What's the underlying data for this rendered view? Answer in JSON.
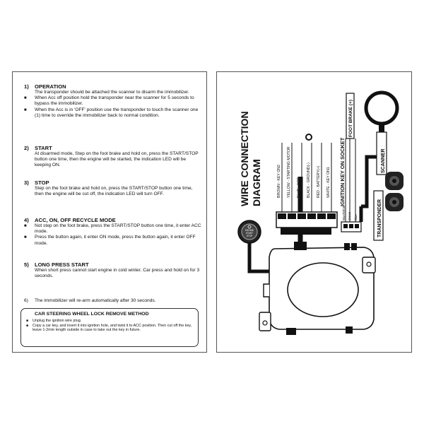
{
  "instructions": {
    "operation": {
      "num": "1)",
      "title": "OPERATION",
      "intro": "The transponder should be attached the scanner to disarm the immobilizer.",
      "bullets": [
        "When Acc off position hold the transponder near the scanner for 5 seconds to bypass the immobilizer.",
        "When the Acc is in 'OFF' position use the transponder to touch the scanner one (1) time to override the immobilizer back to normal condition."
      ]
    },
    "start": {
      "num": "2)",
      "title": "START",
      "text": "At disarmed mode, Step on the foot brake and hold on, press the START/STOP button one time, then the engine will be started, the indication LED will be keeping ON."
    },
    "stop": {
      "num": "3)",
      "title": "STOP",
      "text": "Step on the foot brake and hold on, press the START/STOP button one time, then the engine will be cut off, the indication LED will turn OFF."
    },
    "acc": {
      "num": "4)",
      "title": "ACC, ON, OFF RECYCLE MODE",
      "bullets": [
        "Not step on the foot brake, press the START/STOP button one time, it enter ACC mode.",
        "Press the button again, it enter ON mode, press the button again, it enter OFF mode."
      ]
    },
    "long_press": {
      "num": "5)",
      "title": "LONG PRESS START",
      "text": "When short press cannot start engine in cold winter. Car press and hold on for 3 seconds."
    },
    "rearm": {
      "num": "6)",
      "text": "The immobilizer will re-arm automatically after 30 seconds."
    },
    "lock": {
      "title": "CAR STEERING WHEEL LOCK REMOVE METHOD",
      "bullets": [
        "Unplug the ignition wire plug.",
        "Copy a car key, and insert it into ignition hole, and twist it to ACC position. Then cut off the key, leave 1-2mm length outside in case to take out the key in future."
      ]
    }
  },
  "diagram": {
    "title_line1": "WIRE CONNECTION",
    "title_line2": "DIAGRAM",
    "socket_label": "IGNITION KEY ON SOCKET",
    "scanner_label": "SCANNER",
    "foot_brake_label": "FOOT BRAKE (+)",
    "transponder_label": "TRANSPONDER",
    "button_line1": "ENGINE",
    "button_line2": "START",
    "button_line3": "STOP",
    "wires": [
      {
        "label": "BROWN - KEY ON2",
        "color": "#8b5a2b"
      },
      {
        "label": "YELLOW - STARTING MOTOR",
        "color": "#e0c000"
      },
      {
        "label": "BLUE - ACC",
        "color": "#2a5bd7"
      },
      {
        "label": "BLACK - GROUND(-)",
        "color": "#111111"
      },
      {
        "label": "RED - BATTERY(+)",
        "color": "#d22222"
      },
      {
        "label": "WHITE - KEY ON1",
        "color": "#eeeeee"
      }
    ],
    "small_wires": [
      "Blue/White",
      "Green",
      "Blue"
    ]
  }
}
